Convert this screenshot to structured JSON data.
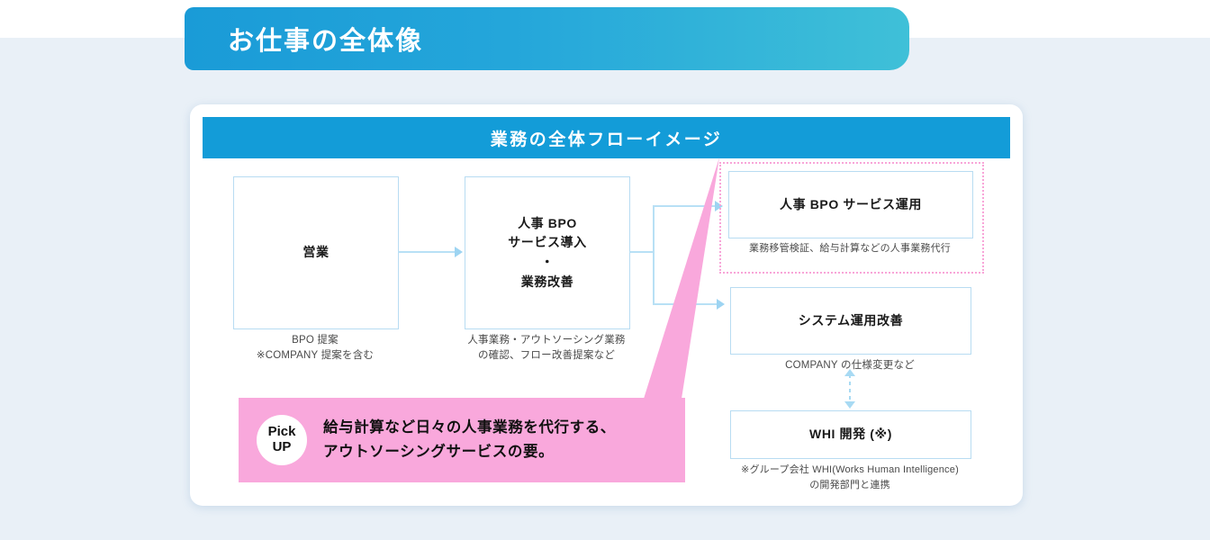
{
  "page": {
    "background_color": "#e9f0f7",
    "top_band_color": "#ffffff"
  },
  "banner": {
    "title": "お仕事の全体像",
    "gradient_from": "#1a9bd7",
    "gradient_to": "#3fc0d8",
    "text_color": "#ffffff"
  },
  "card": {
    "header_title": "業務の全体フローイメージ",
    "header_color": "#139cd8",
    "background": "#ffffff"
  },
  "flow": {
    "boxes": [
      {
        "id": "sales",
        "label": "営業",
        "caption": "BPO 提案\n※COMPANY 提案を含む",
        "caption_line1": "BPO 提案",
        "caption_line2": "※COMPANY 提案を含む",
        "border_color": "#b8dcf2"
      },
      {
        "id": "introduction",
        "label": "人事 BPO\nサービス導入\n・\n業務改善",
        "label_line1": "人事 BPO",
        "label_line2": "サービス導入",
        "label_line3": "・",
        "label_line4": "業務改善",
        "caption_line1": "人事業務・アウトソーシング業務",
        "caption_line2": "の確認、フロー改善提案など",
        "border_color": "#b8dcf2"
      },
      {
        "id": "bpo-operation",
        "label": "人事 BPO サービス運用",
        "caption": "業務移管検証、給与計算などの人事業務代行",
        "border_color": "#b8dcf2",
        "highlight_border_color": "#f8a5d8",
        "highlighted": true
      },
      {
        "id": "system-operation",
        "label": "システム運用改善",
        "caption": "COMPANY の仕様変更など",
        "border_color": "#b8dcf2"
      },
      {
        "id": "whi-development",
        "label": "WHI 開発 (※)",
        "caption_line1": "※グループ会社 WHI(Works Human Intelligence)",
        "caption_line2": "の開発部門と連携",
        "border_color": "#b8dcf2"
      }
    ],
    "arrow_color": "#b8e0f5",
    "arrow_head_color": "#9dd4f2",
    "dashed_connector_color": "#a8daf3"
  },
  "callout": {
    "badge_line1": "Pick",
    "badge_line2": "UP",
    "text_line1": "給与計算など日々の人事業務を代行する、",
    "text_line2": "アウトソーシングサービスの要。",
    "background_color": "#f9a8dc",
    "badge_background": "#ffffff",
    "text_color": "#111111"
  }
}
